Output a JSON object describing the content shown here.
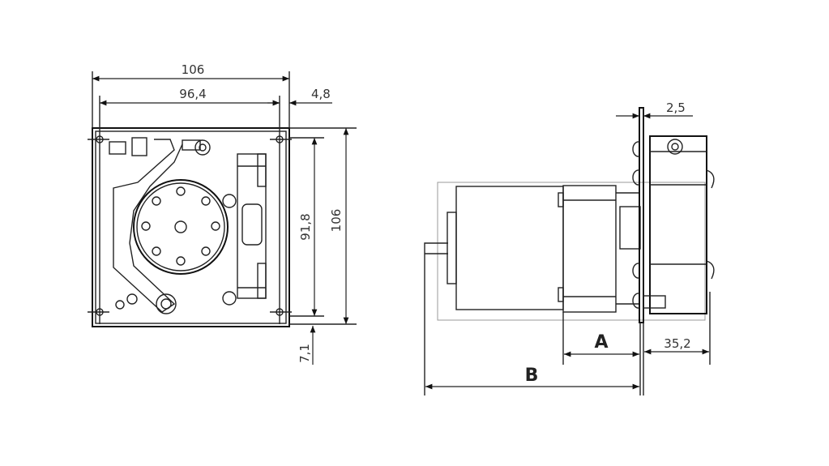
{
  "title": "Peristaltic pump dimension drawing",
  "front_view": {
    "dim_width_overall": "106",
    "dim_width_inner": "96,4",
    "dim_offset": "4,8",
    "dim_height_inner": "91,8",
    "dim_height_overall": "106",
    "dim_bottom": "7,1"
  },
  "side_view": {
    "dim_plate": "2,5",
    "dim_a": "A",
    "dim_b": "B",
    "dim_head_depth": "35,2"
  }
}
